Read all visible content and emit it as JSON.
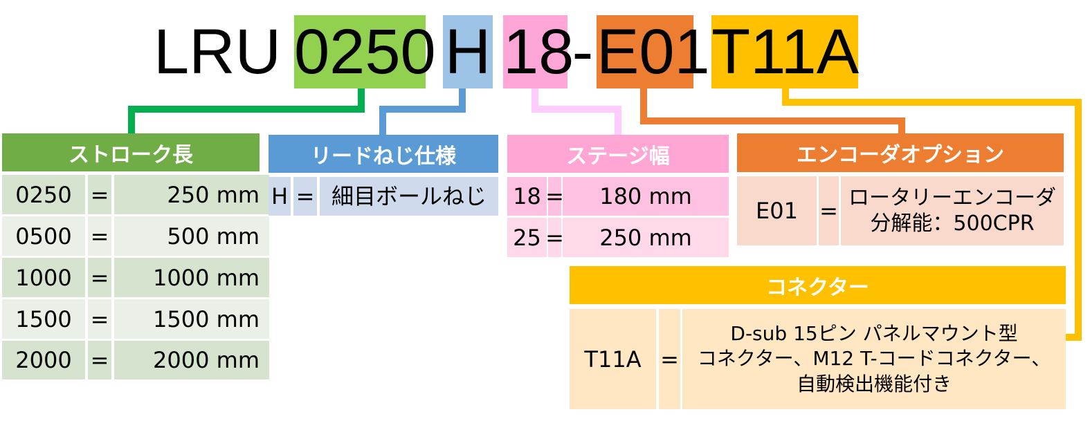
{
  "model": {
    "prefix": "LRU",
    "stroke": "0250",
    "lead": "H",
    "stage": "18",
    "dash": "-",
    "encoder": "E01",
    "connector": "T11A"
  },
  "colors": {
    "green": "#92D050",
    "blue": "#9DC3E6",
    "pink": "#FFA6D9",
    "orange": "#ED7D31",
    "gold": "#FFC000"
  },
  "stroke": {
    "title": "ストローク長",
    "rows": [
      {
        "code": "0250",
        "eq": "=",
        "value": "250 mm"
      },
      {
        "code": "0500",
        "eq": "=",
        "value": "500 mm"
      },
      {
        "code": "1000",
        "eq": "=",
        "value": "1000 mm"
      },
      {
        "code": "1500",
        "eq": "=",
        "value": "1500 mm"
      },
      {
        "code": "2000",
        "eq": "=",
        "value": "2000 mm"
      }
    ]
  },
  "lead": {
    "title": "リードねじ仕様",
    "rows": [
      {
        "code": "H",
        "eq": "=",
        "value": "細目ボールねじ"
      }
    ]
  },
  "stage": {
    "title": "ステージ幅",
    "rows": [
      {
        "code": "18",
        "eq": "=",
        "value": "180 mm"
      },
      {
        "code": "25",
        "eq": "=",
        "value": "250 mm"
      }
    ]
  },
  "encoder": {
    "title": "エンコーダオプション",
    "rows": [
      {
        "code": "E01",
        "eq": "=",
        "value_line1": "ロータリーエンコーダ",
        "value_line2": "分解能：500CPR"
      }
    ]
  },
  "connector": {
    "title": "コネクター",
    "rows": [
      {
        "code": "T11A",
        "eq": "=",
        "value_line1": "D-sub 15ピン パネルマウント型",
        "value_line2": "コネクター、M12 T-コードコネクター、",
        "value_line3": "自動検出機能付き"
      }
    ]
  }
}
